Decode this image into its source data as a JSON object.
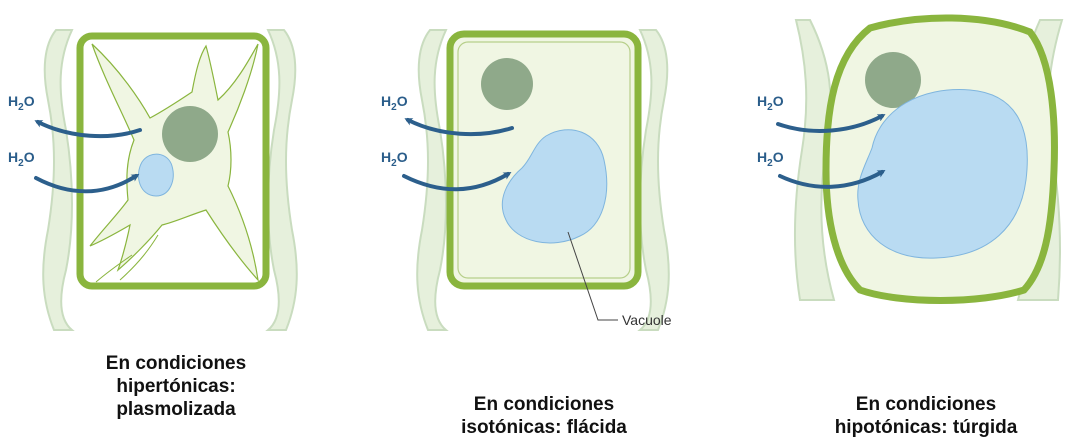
{
  "water": {
    "symbol": "H",
    "sub": "2",
    "tail": "O"
  },
  "vacuole_label": "Vacuole",
  "captions": [
    {
      "line1": "En condiciones",
      "line2": "hipertónicas:",
      "line3": "plasmolizada"
    },
    {
      "line1": "En condiciones",
      "line2": "isotónicas: flácida"
    },
    {
      "line1": "En condiciones",
      "line2": "hipotónicas: túrgida"
    }
  ],
  "colors": {
    "cell_wall": "#8ab53e",
    "neighbor_wall": "#c9dcbf",
    "cytoplasm": "#f0f6e3",
    "nucleus": "#8fa98a",
    "vacuole": "#b9dbf2",
    "vacuole_stroke": "#7fb5de",
    "arrow": "#2c5f8c"
  }
}
